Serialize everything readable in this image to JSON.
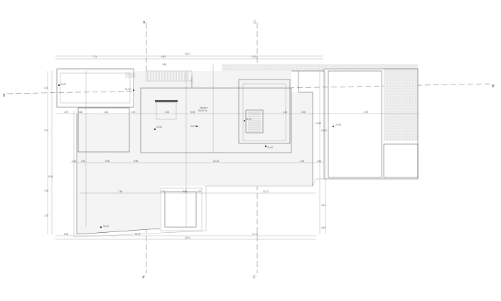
{
  "sections": {
    "a_top": "A",
    "a_bottom": "A'",
    "c_top": "C",
    "c_bottom": "C'",
    "b_left": "B",
    "b_right": "B'"
  },
  "room": {
    "name": "Terraço",
    "area": "66.00 m²"
  },
  "elevations": [
    "31.00",
    "31.00",
    "31.00",
    "31.00",
    "31.00",
    "31.00",
    "27.90",
    "30.60"
  ],
  "dimensions": {
    "top_overall": "23.17",
    "top_segments": [
      "7.23",
      "6.83",
      "11.03"
    ],
    "bottom_overall": "24.31",
    "bottom_segments": [
      "5.06",
      "11.67",
      "10.15"
    ],
    "row1": [
      "1.70",
      "0.65",
      "5.15",
      "1.90",
      "3.15",
      "5.93",
      "1.15",
      "2.50",
      "6.75"
    ],
    "row2": [
      "0.42",
      "0.32",
      "5.96",
      "5.96",
      "14.23",
      "2.05",
      "2.50"
    ],
    "row3": [
      "7.36",
      "0.90",
      "3.59",
      "0.90",
      "14.73"
    ],
    "stair": "2.64",
    "left_vertical": [
      "3.70",
      "2.70",
      "5.05",
      "7.05",
      "2.76"
    ],
    "right_vertical": [
      "10.95",
      "10.61",
      "4.21",
      "0.45"
    ]
  }
}
